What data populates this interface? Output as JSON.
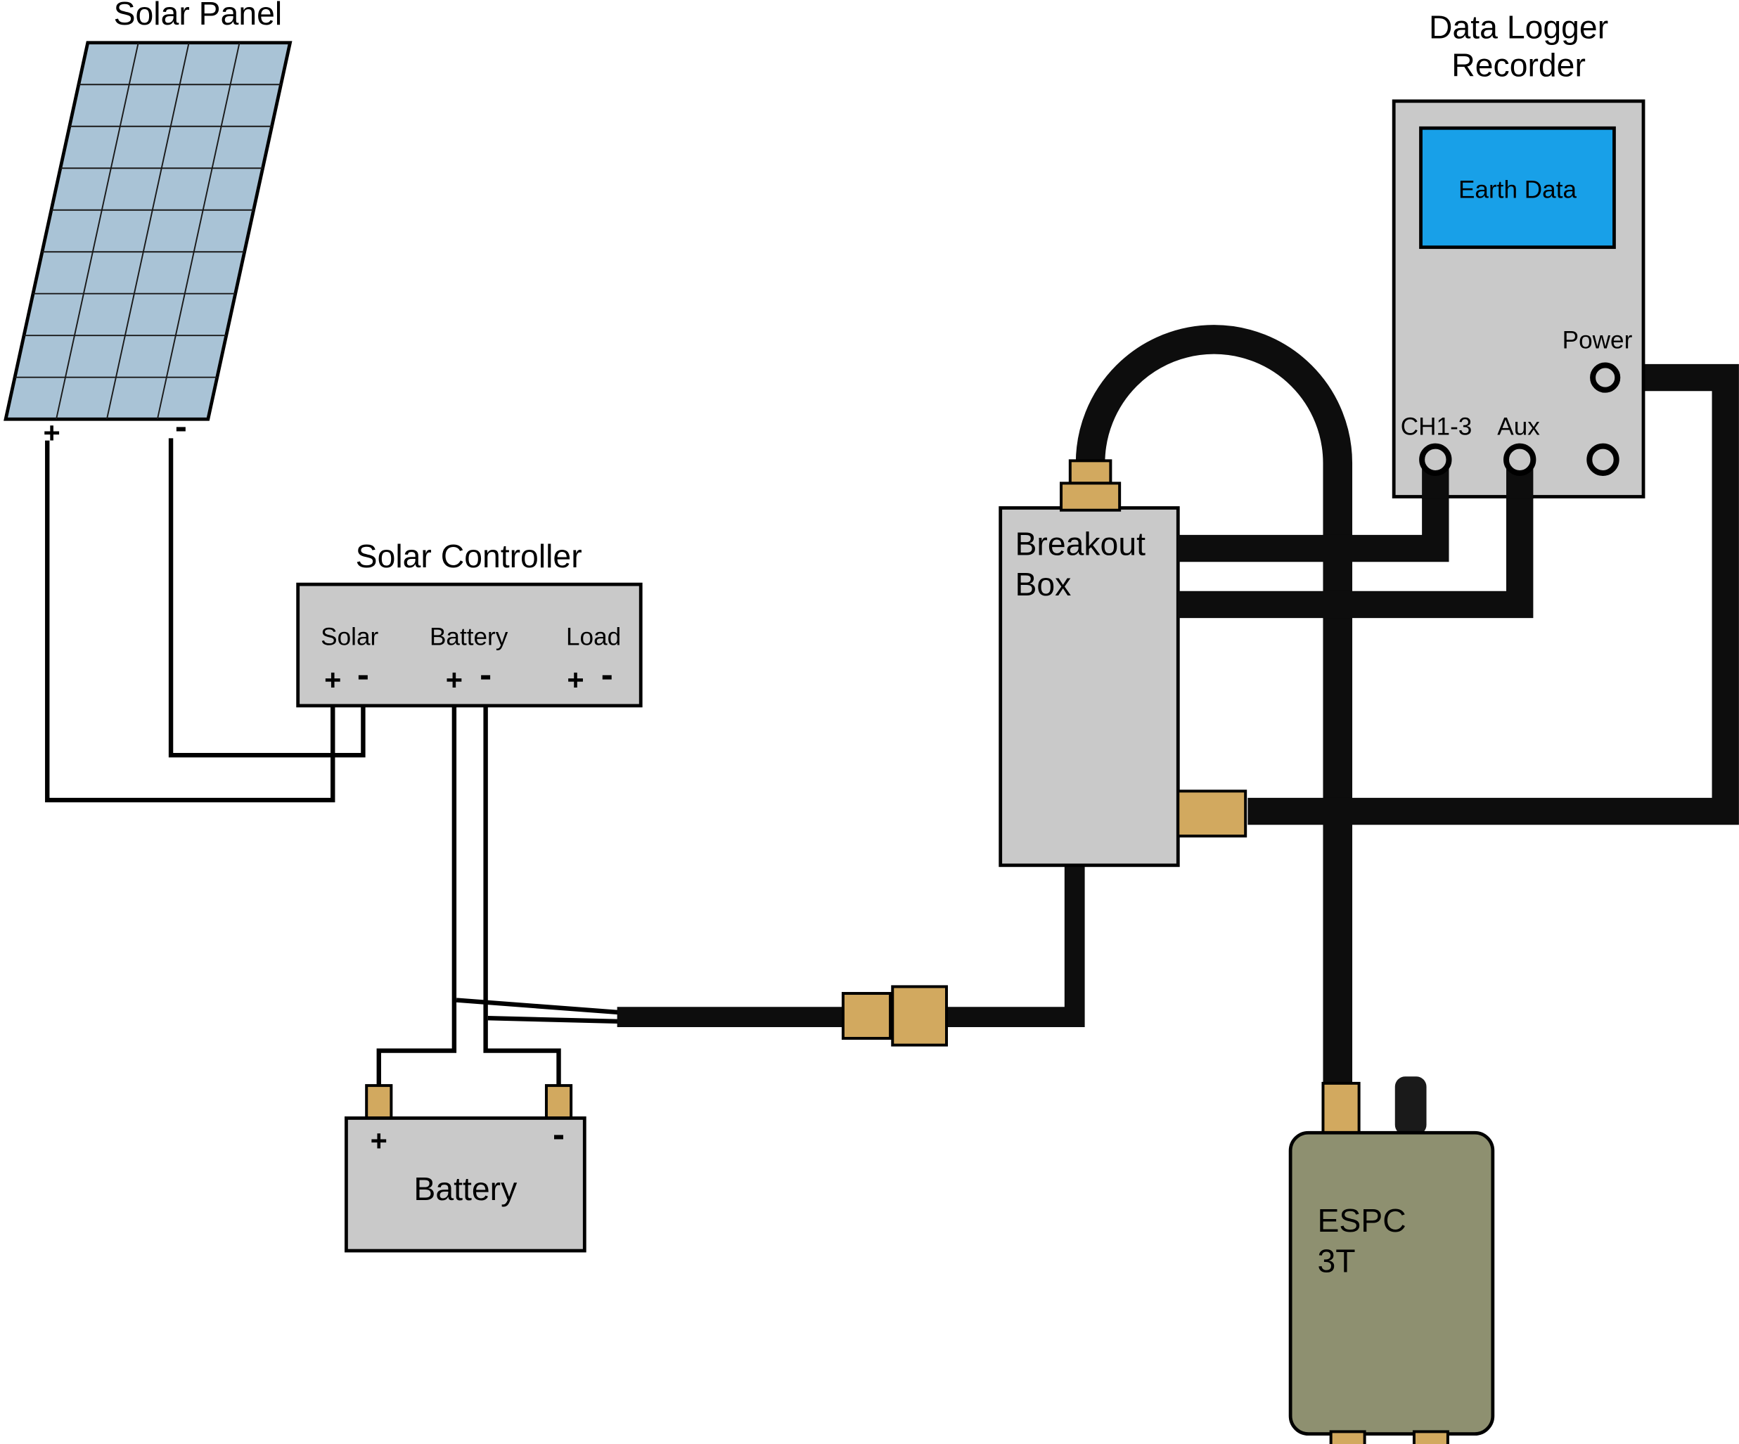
{
  "colors": {
    "panel": "#a9c3d6",
    "screen": "#18a0e8",
    "device": "#c9c9c9",
    "espc_body": "#8e9070",
    "connector": "#d2a95f",
    "knob": "#1a1a1a",
    "cable": "#0d0d0d"
  },
  "solar_panel": {
    "title": "Solar Panel",
    "plus": "+",
    "minus": "-"
  },
  "solar_controller": {
    "title": "Solar Controller",
    "ports": [
      {
        "label": "Solar",
        "plus": "+",
        "minus": "-"
      },
      {
        "label": "Battery",
        "plus": "+",
        "minus": "-"
      },
      {
        "label": "Load",
        "plus": "+",
        "minus": "-"
      }
    ]
  },
  "battery": {
    "label": "Battery",
    "plus": "+",
    "minus": "-"
  },
  "breakout_box": {
    "label_line1": "Breakout",
    "label_line2": "Box"
  },
  "data_logger": {
    "title_line1": "Data Logger",
    "title_line2": "Recorder",
    "screen_label": "Earth Data",
    "power_label": "Power",
    "ch_label": "CH1-3",
    "aux_label": "Aux"
  },
  "espc": {
    "label_line1": "ESPC",
    "label_line2": "3T"
  }
}
